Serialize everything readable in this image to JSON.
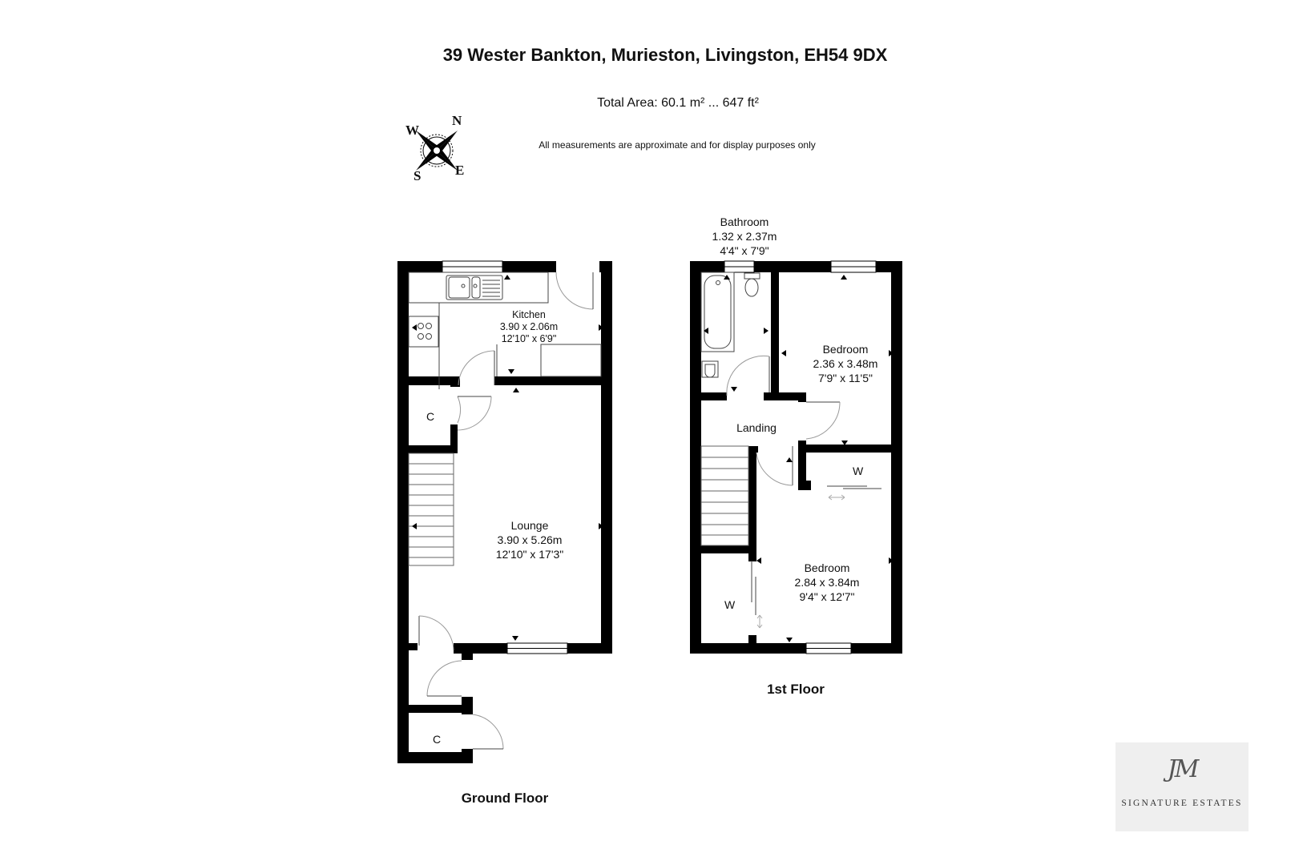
{
  "header": {
    "title": "39 Wester Bankton, Murieston, Livingston, EH54 9DX",
    "total_area": "Total Area: 60.1 m² ... 647 ft²",
    "disclaimer": "All measurements are approximate and for display purposes only"
  },
  "compass": {
    "icon": "compass-rose-icon",
    "n": "N",
    "e": "E",
    "s": "S",
    "w": "W"
  },
  "ground_floor": {
    "label": "Ground Floor",
    "rooms": {
      "kitchen": {
        "name": "Kitchen",
        "metric": "3.90 x 2.06m",
        "imperial": "12'10\" x 6'9\""
      },
      "lounge": {
        "name": "Lounge",
        "metric": "3.90 x 5.26m",
        "imperial": "12'10\" x 17'3\""
      },
      "cupboard_1": {
        "name": "C"
      },
      "cupboard_2": {
        "name": "C"
      }
    }
  },
  "first_floor": {
    "label": "1st Floor",
    "rooms": {
      "bathroom": {
        "name": "Bathroom",
        "metric": "1.32 x 2.37m",
        "imperial": "4'4\" x 7'9\""
      },
      "bedroom_1": {
        "name": "Bedroom",
        "metric": "2.36 x 3.48m",
        "imperial": "7'9\" x 11'5\""
      },
      "landing": {
        "name": "Landing"
      },
      "bedroom_2": {
        "name": "Bedroom",
        "metric": "2.84 x 3.84m",
        "imperial": "9'4\" x 12'7\""
      },
      "wardrobe_1": {
        "name": "W"
      },
      "wardrobe_2": {
        "name": "W"
      }
    }
  },
  "branding": {
    "monogram": "JM",
    "name": "SIGNATURE ESTATES",
    "background": "#efefef"
  },
  "colors": {
    "wall": "#000000",
    "fixture_line": "#444444",
    "door_arc": "#999999",
    "background": "#ffffff"
  }
}
